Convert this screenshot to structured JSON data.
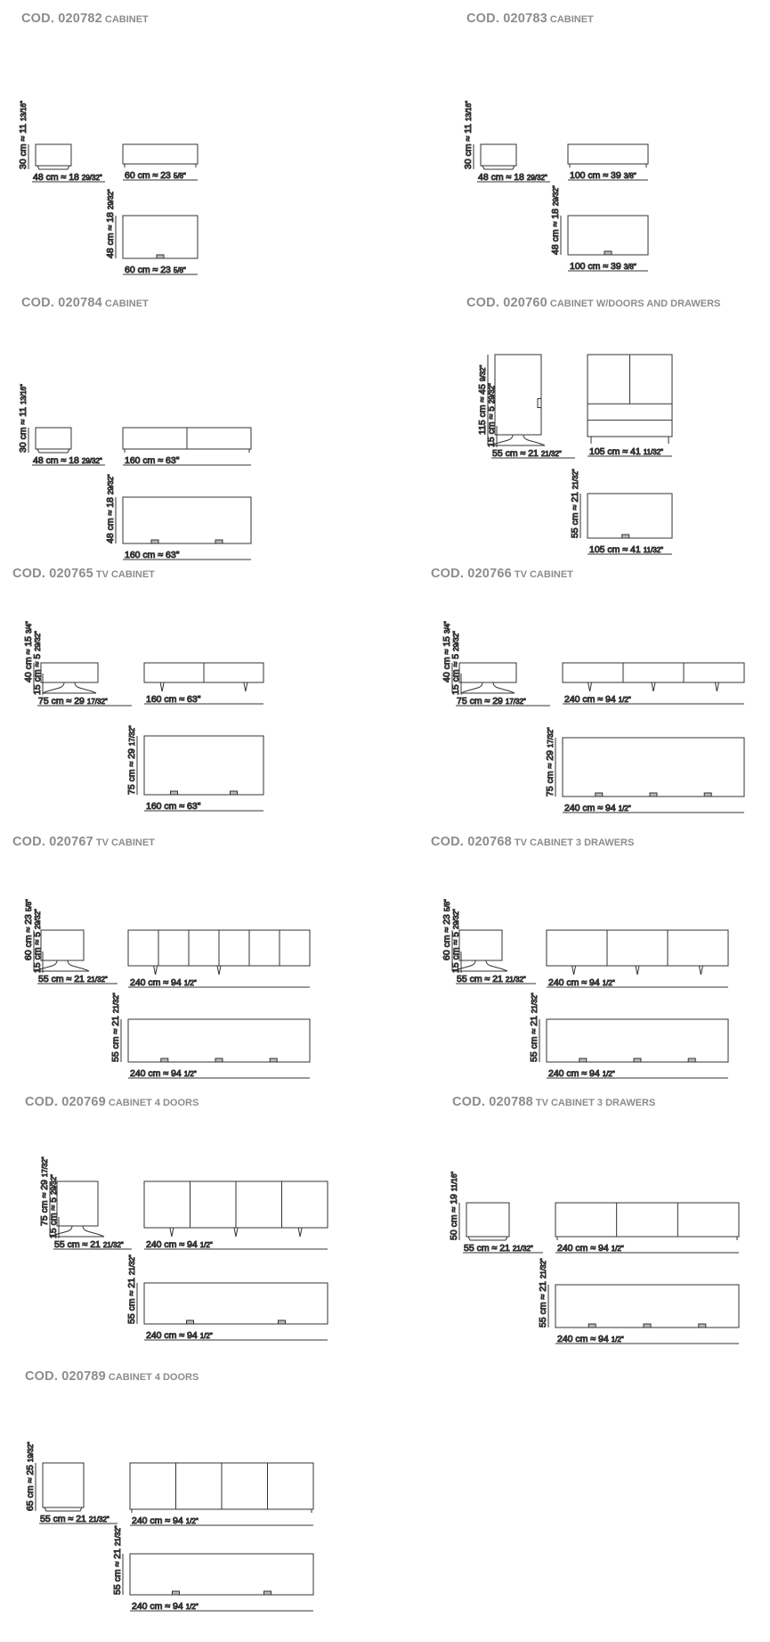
{
  "colors": {
    "title": "#8c8c8c",
    "line": "#333333",
    "background": "#ffffff"
  },
  "products": [
    {
      "code": "COD. 020782",
      "description": "CABINET",
      "dims": {
        "side_height": "30 cm ≈ 11",
        "side_height_frac": "13/16\"",
        "side_depth": "48 cm ≈ 18",
        "side_depth_frac": "29/32\"",
        "front_width": "60 cm ≈ 23",
        "front_width_frac": "5/8\"",
        "top_depth": "48 cm ≈ 18",
        "top_depth_frac": "29/32\"",
        "top_width": "60 cm ≈ 23",
        "top_width_frac": "5/8\""
      }
    },
    {
      "code": "COD. 020783",
      "description": "CABINET",
      "dims": {
        "side_height": "30 cm ≈ 11",
        "side_height_frac": "13/16\"",
        "side_depth": "48 cm ≈ 18",
        "side_depth_frac": "29/32\"",
        "front_width": "100 cm ≈ 39",
        "front_width_frac": "3/8\"",
        "top_depth": "48 cm ≈ 18",
        "top_depth_frac": "29/32\"",
        "top_width": "100 cm ≈ 39",
        "top_width_frac": "3/8\""
      }
    },
    {
      "code": "COD. 020784",
      "description": "CABINET",
      "dims": {
        "side_height": "30 cm ≈ 11",
        "side_height_frac": "13/16\"",
        "side_depth": "48 cm ≈ 18",
        "side_depth_frac": "29/32\"",
        "front_width": "160 cm ≈ 63\"",
        "front_width_frac": "",
        "top_depth": "48 cm ≈ 18",
        "top_depth_frac": "29/32\"",
        "top_width": "160 cm ≈ 63\"",
        "top_width_frac": ""
      }
    },
    {
      "code": "COD. 020760",
      "description": "CABINET W/DOORS AND DRAWERS",
      "dims": {
        "side_height": "115 cm ≈ 45",
        "side_height_frac": "9/32\"",
        "leg_height": "15 cm ≈ 5",
        "leg_height_frac": "29/32\"",
        "side_depth": "55 cm ≈ 21",
        "side_depth_frac": "21/32\"",
        "front_width": "105 cm ≈ 41",
        "front_width_frac": "11/32\"",
        "top_depth": "55 cm ≈ 21",
        "top_depth_frac": "21/32\"",
        "top_width": "105 cm ≈ 41",
        "top_width_frac": "11/32\""
      }
    },
    {
      "code": "COD. 020765",
      "description": "TV CABINET",
      "dims": {
        "side_height": "40 cm ≈ 15",
        "side_height_frac": "3/4\"",
        "leg_height": "15 cm ≈ 5",
        "leg_height_frac": "29/32\"",
        "side_depth": "75 cm ≈ 29",
        "side_depth_frac": "17/32\"",
        "front_width": "160 cm ≈ 63\"",
        "front_width_frac": "",
        "top_depth": "75 cm ≈ 29",
        "top_depth_frac": "17/32\"",
        "top_width": "160 cm ≈ 63\"",
        "top_width_frac": ""
      }
    },
    {
      "code": "COD. 020766",
      "description": "TV CABINET",
      "dims": {
        "side_height": "40 cm ≈ 15",
        "side_height_frac": "3/4\"",
        "leg_height": "15 cm ≈ 5",
        "leg_height_frac": "29/32\"",
        "side_depth": "75 cm ≈ 29",
        "side_depth_frac": "17/32\"",
        "front_width": "240 cm ≈ 94",
        "front_width_frac": "1/2\"",
        "top_depth": "75 cm ≈ 29",
        "top_depth_frac": "17/32\"",
        "top_width": "240 cm ≈ 94",
        "top_width_frac": "1/2\""
      }
    },
    {
      "code": "COD. 020767",
      "description": "TV CABINET",
      "dims": {
        "side_height": "60 cm ≈ 23",
        "side_height_frac": "5/8\"",
        "leg_height": "15 cm ≈ 5",
        "leg_height_frac": "29/32\"",
        "side_depth": "55 cm ≈ 21",
        "side_depth_frac": "21/32\"",
        "front_width": "240 cm ≈ 94",
        "front_width_frac": "1/2\"",
        "top_depth": "55 cm ≈ 21",
        "top_depth_frac": "21/32\"",
        "top_width": "240 cm ≈ 94",
        "top_width_frac": "1/2\""
      }
    },
    {
      "code": "COD. 020768",
      "description": "TV CABINET 3 DRAWERS",
      "dims": {
        "side_height": "60 cm ≈ 23",
        "side_height_frac": "5/8\"",
        "leg_height": "15 cm ≈ 5",
        "leg_height_frac": "29/32\"",
        "side_depth": "55 cm ≈ 21",
        "side_depth_frac": "21/32\"",
        "front_width": "240 cm ≈ 94",
        "front_width_frac": "1/2\"",
        "top_depth": "55 cm ≈ 21",
        "top_depth_frac": "21/32\"",
        "top_width": "240 cm ≈ 94",
        "top_width_frac": "1/2\""
      }
    },
    {
      "code": "COD. 020769",
      "description": "CABINET 4 DOORS",
      "dims": {
        "side_height": "75 cm ≈ 29",
        "side_height_frac": "17/32\"",
        "leg_height": "15 cm ≈ 5",
        "leg_height_frac": "29/32\"",
        "side_depth": "55 cm ≈ 21",
        "side_depth_frac": "21/32\"",
        "front_width": "240 cm ≈ 94",
        "front_width_frac": "1/2\"",
        "top_depth": "55 cm ≈ 21",
        "top_depth_frac": "21/32\"",
        "top_width": "240 cm ≈ 94",
        "top_width_frac": "1/2\""
      }
    },
    {
      "code": "COD. 020788",
      "description": "TV CABINET 3 DRAWERS",
      "dims": {
        "side_height": "50 cm ≈ 19",
        "side_height_frac": "11/16\"",
        "side_depth": "55 cm ≈ 21",
        "side_depth_frac": "21/32\"",
        "front_width": "240 cm ≈ 94",
        "front_width_frac": "1/2\"",
        "top_depth": "55 cm ≈ 21",
        "top_depth_frac": "21/32\"",
        "top_width": "240 cm ≈ 94",
        "top_width_frac": "1/2\""
      }
    },
    {
      "code": "COD. 020789",
      "description": "CABINET 4 DOORS",
      "dims": {
        "side_height": "65 cm ≈ 25",
        "side_height_frac": "19/32\"",
        "side_depth": "55 cm ≈ 21",
        "side_depth_frac": "21/32\"",
        "front_width": "240 cm ≈ 94",
        "front_width_frac": "1/2\"",
        "top_depth": "55 cm ≈ 21",
        "top_depth_frac": "21/32\"",
        "top_width": "240 cm ≈ 94",
        "top_width_frac": "1/2\""
      }
    }
  ]
}
